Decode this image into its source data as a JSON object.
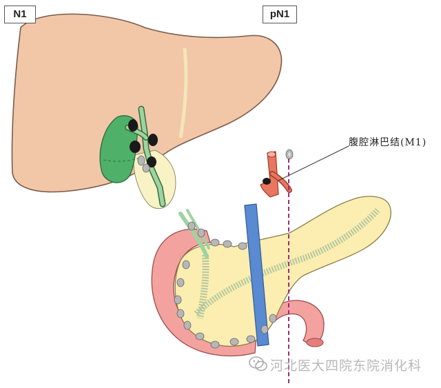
{
  "labels": {
    "left_tag": "N1",
    "right_tag": "pN1",
    "node_label": "腹腔淋巴结(M1)"
  },
  "watermark": {
    "text": "河北医大四院东院消化科",
    "icon": "wechat-logo-icon"
  },
  "colors": {
    "liver": "#f2c7a8",
    "liver_stroke": "#7a5a4a",
    "gallbladder": "#4fb06a",
    "bile_duct": "#9fd3a0",
    "pancreas": "#fbeeb0",
    "duodenum": "#f4a2a0",
    "portal_vein": "#5a8ad1",
    "artery": "#e9765f",
    "lymph_node": "#b7b7b7",
    "metastatic_node": "#1a1a1a",
    "boundary_line": "#9c2a7c"
  }
}
